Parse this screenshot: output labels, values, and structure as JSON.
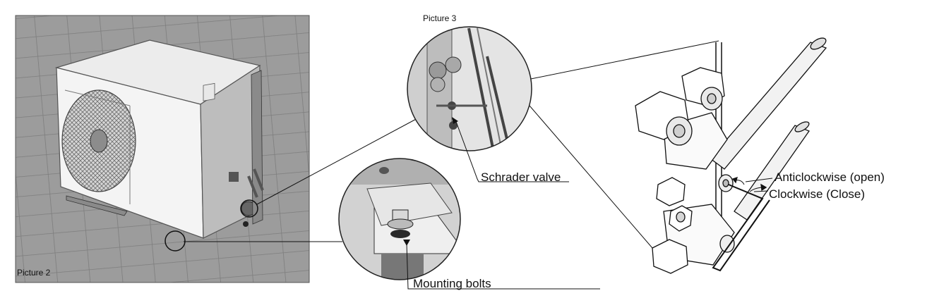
{
  "labels": {
    "picture2": "Picture 2",
    "picture3": "Picture 3",
    "schrader_valve": "Schrader valve",
    "mounting_bolts": "Mounting bolts",
    "anticlockwise": "Anticlockwise (open)",
    "clockwise": "Clockwise (Close)"
  }
}
